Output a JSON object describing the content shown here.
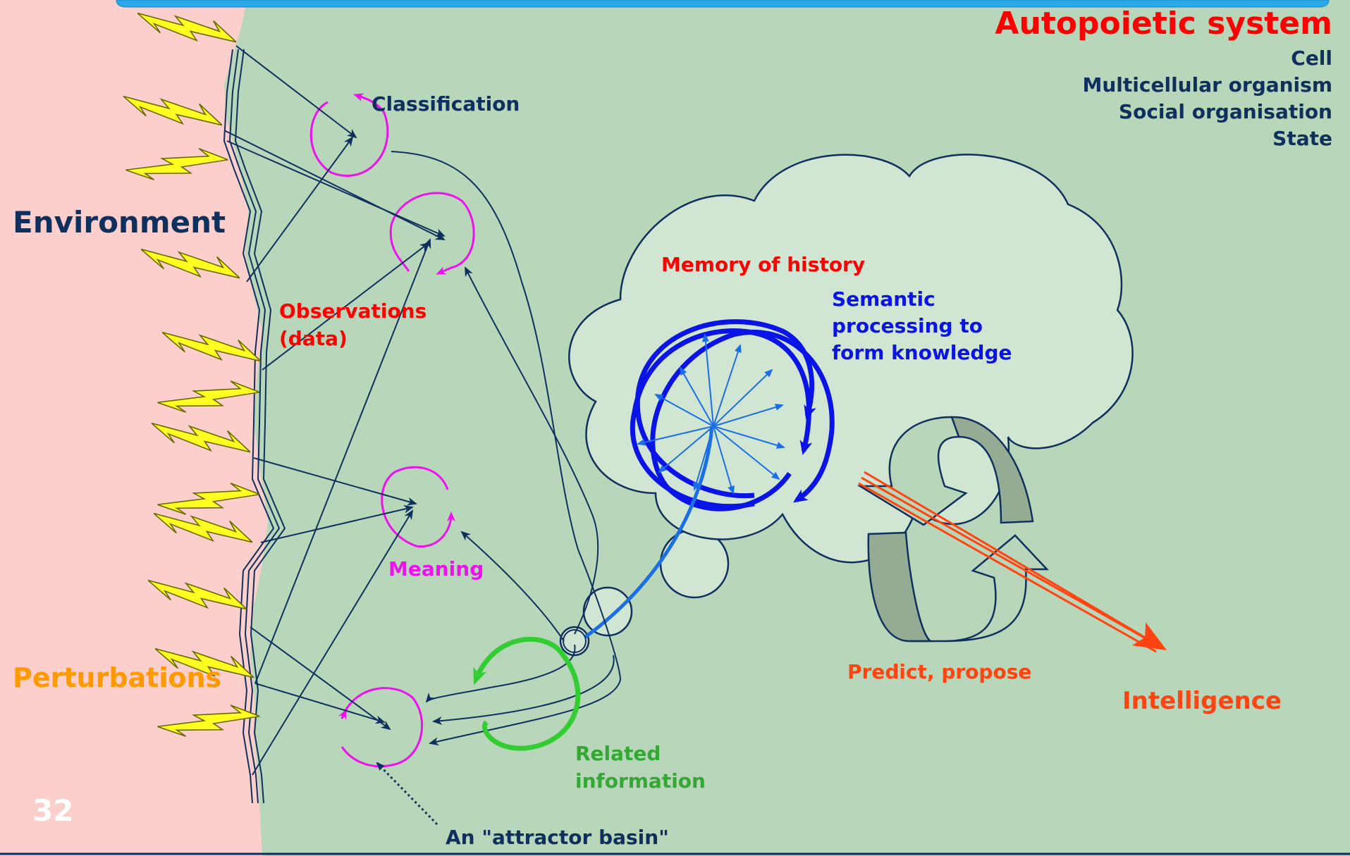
{
  "slide": {
    "title": "Autopoietic system",
    "levels": [
      "Cell",
      "Multicellular organism",
      "Social organisation",
      "State"
    ],
    "page_number": "32"
  },
  "labels": {
    "environment": "Environment",
    "perturbations": "Perturbations",
    "classification": "Classification",
    "observations_line1": "Observations",
    "observations_line2": "(data)",
    "meaning": "Meaning",
    "memory": "Memory of history",
    "semantic_line1": "Semantic",
    "semantic_line2": "processing to",
    "semantic_line3": "form knowledge",
    "related_line1": "Related",
    "related_line2": "information",
    "attractor": "An \"attractor basin\"",
    "predict": "Predict, propose",
    "intelligence": "Intelligence"
  },
  "colors": {
    "background_system": "#b8d6ba",
    "background_environment": "#fccfcc",
    "top_bar": "#2aa9ea",
    "title": "#ff0000",
    "navy": "#0f2f5c",
    "magenta": "#ee11ee",
    "observations": "#ff0000",
    "perturbations": "#ff9900",
    "semantic": "#0a14e6",
    "related": "#33a833",
    "attractor_circle": "#33cc33",
    "intelligence": "#ff4411",
    "cloud_fill": "#d1e5d3",
    "lightning": "#ffff22"
  }
}
